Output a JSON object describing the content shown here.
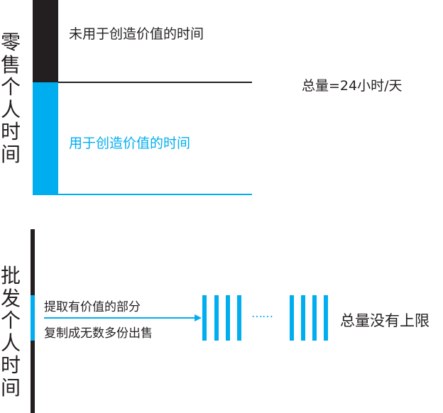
{
  "colors": {
    "accent": "#00aeef",
    "dark": "#231f20"
  },
  "retail": {
    "label": "零售个人时间",
    "unused": "未用于创造价值的时间",
    "used": "用于创造价值的时间",
    "total": "总量=24小时/天"
  },
  "wholesale": {
    "label": "批发个人时间",
    "extract": "提取有价值的部分",
    "copy": "复制成无数多份出售",
    "dots": "……",
    "total": "总量没有上限"
  }
}
